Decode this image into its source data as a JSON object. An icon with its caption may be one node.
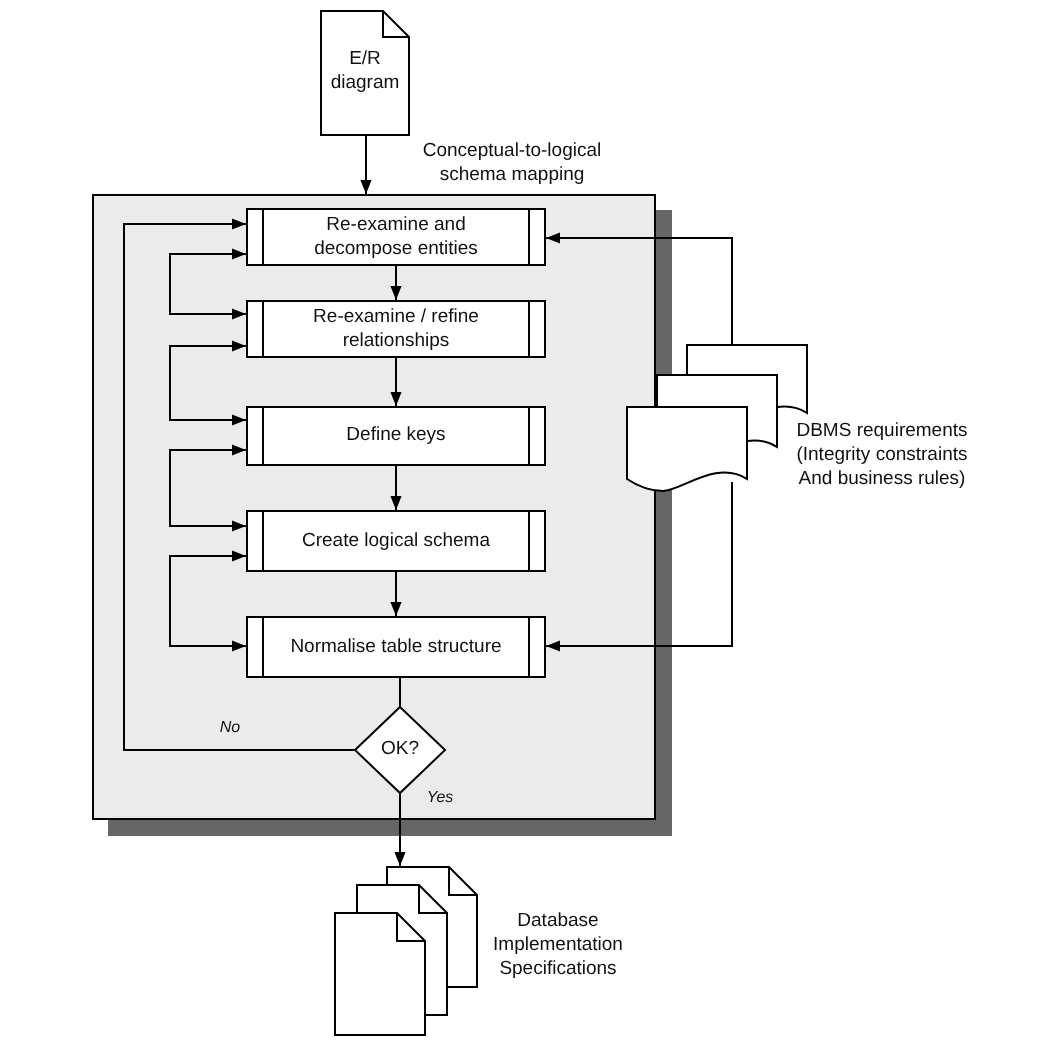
{
  "diagram": {
    "nodes": [
      {
        "text": [
          "E/R diagram"
        ]
      },
      {
        "text": [],
        "shape": "box"
      },
      {
        "text": [
          "Re-examine and decompose entities"
        ],
        "in": 1
      },
      {
        "text": [
          "Re-examine / refine relationships"
        ],
        "in": 1
      },
      {
        "text": [
          "Define keys"
        ],
        "in": 1
      },
      {
        "text": [
          "Create logical schema"
        ],
        "in": 1
      },
      {
        "text": [
          "Normalise table structure"
        ],
        "in": 1
      },
      {
        "text": [
          "OK?"
        ],
        "in": 1
      },
      {
        "text": [
          "DBMS requirements (Integrity constraints And business rules)"
        ]
      },
      {
        "text": [
          "Database Implementation Specifications"
        ]
      }
    ],
    "edges": [
      {
        "from": 0,
        "to": 1,
        "arrow": "to",
        "label": "Conceptual-to-logical schema mapping"
      },
      {
        "from": 2,
        "to": 3,
        "arrow": "to"
      },
      {
        "from": 3,
        "to": 4,
        "arrow": "to"
      },
      {
        "from": 4,
        "to": 5,
        "arrow": "to"
      },
      {
        "from": 5,
        "to": 6,
        "arrow": "to"
      },
      {
        "from": 6,
        "to": 7,
        "arrow": "none"
      },
      {
        "from": 7,
        "to": 2,
        "arrow": "to",
        "label": "No"
      },
      {
        "from": 7,
        "to": 9,
        "arrow": "to",
        "label": "Yes"
      },
      {
        "from": 3,
        "to": 2,
        "arrow": "both"
      },
      {
        "from": 4,
        "to": 3,
        "arrow": "both"
      },
      {
        "from": 5,
        "to": 4,
        "arrow": "both"
      },
      {
        "from": 6,
        "to": 5,
        "arrow": "both"
      },
      {
        "from": 8,
        "to": 2,
        "arrow": "to"
      },
      {
        "from": 8,
        "to": 6,
        "arrow": "to"
      }
    ]
  }
}
